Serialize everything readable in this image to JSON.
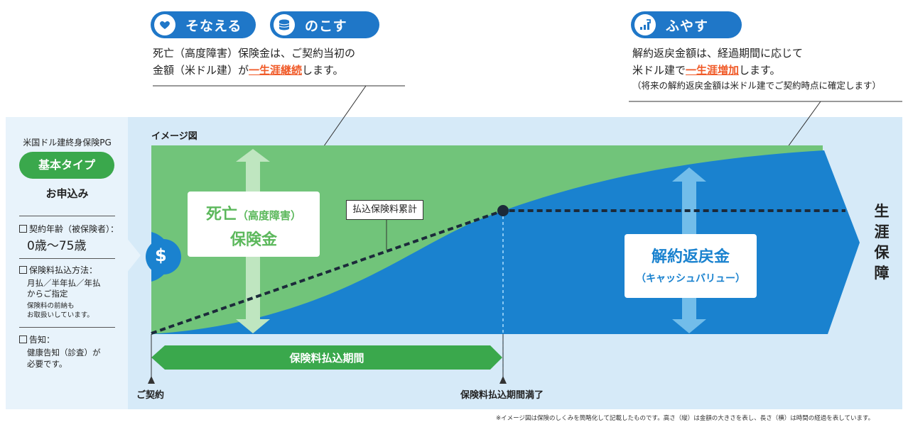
{
  "header": {
    "pill_sonaeru": "そなえる",
    "pill_nokosu": "のこす",
    "pill_fuyasu": "ふやす"
  },
  "callout_left": {
    "line1": "死亡（高度障害）保険金は、ご契約当初の",
    "line2_before": "金額（米ドル建）が",
    "line2_highlight": "一生涯継続",
    "line2_after": "します。"
  },
  "callout_right": {
    "line1": "解約返戻金額は、経過期間に応じて",
    "line2_before": "米ドル建で",
    "line2_highlight": "一生涯増加",
    "line2_after": "します。",
    "line3": "（将来の解約返戻金額は米ドル建でご契約時点に確定します）"
  },
  "left_panel": {
    "product": "米国ドル建終身保険PG",
    "type_badge": "基本タイプ",
    "apply": "お申込み",
    "age_label": "契約年齢（被保険者）：",
    "age_value": "0歳〜75歳",
    "pay_label": "保険料払込方法：",
    "pay_value_1": "月払／半年払／年払",
    "pay_value_2": "からご指定",
    "pay_note_1": "保険料の前納も",
    "pay_note_2": "お取扱いしています。",
    "notice_label": "告知：",
    "notice_value_1": "健康告知（診査）が",
    "notice_value_2": "必要です。"
  },
  "diagram": {
    "image_label": "イメージ図",
    "dollar_symbol": "$",
    "death_benefit_1": "死亡",
    "death_benefit_paren": "（高度障害）",
    "death_benefit_2": "保険金",
    "premium_cumulative": "払込保険料累計",
    "surrender_1": "解約返戻金",
    "surrender_2": "（キャッシュバリュー）",
    "lifetime": [
      "生",
      "涯",
      "保",
      "障"
    ],
    "payment_period": "保険料払込期間",
    "start_label": "ご契約",
    "end_label": "保険料払込期間満了"
  },
  "colors": {
    "green": "#71c47a",
    "blue": "#1a82cf",
    "panel_bg": "#d6eaf8",
    "accent": "#f05a28",
    "pill": "#1f77c8"
  },
  "footnote": "※イメージ図は保険のしくみを簡略化して記載したものです。高さ（縦）は金額の大きさを表し、長さ（横）は時間の経過を表しています。"
}
